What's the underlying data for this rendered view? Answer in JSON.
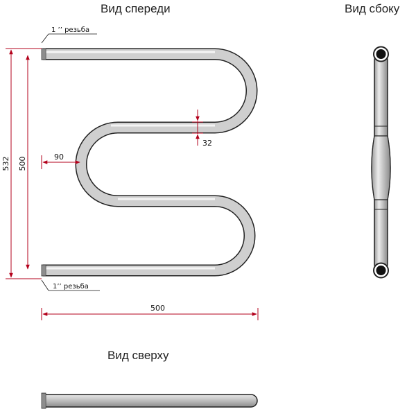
{
  "views": {
    "front_title": "Вид спереди",
    "side_title": "Вид сбоку",
    "top_title": "Вид сверху"
  },
  "annotations": {
    "thread_top": "1 ’’ резьба",
    "thread_bottom": "1’’ резьба"
  },
  "dimensions": {
    "total_height": "532",
    "center_height": "500",
    "width": "500",
    "bend_offset": "90",
    "tube_diameter": "32"
  },
  "colors": {
    "dimension": "#b3001b",
    "tube_fill": "#d0d0d0",
    "tube_outline": "#222222",
    "text": "#111111"
  }
}
